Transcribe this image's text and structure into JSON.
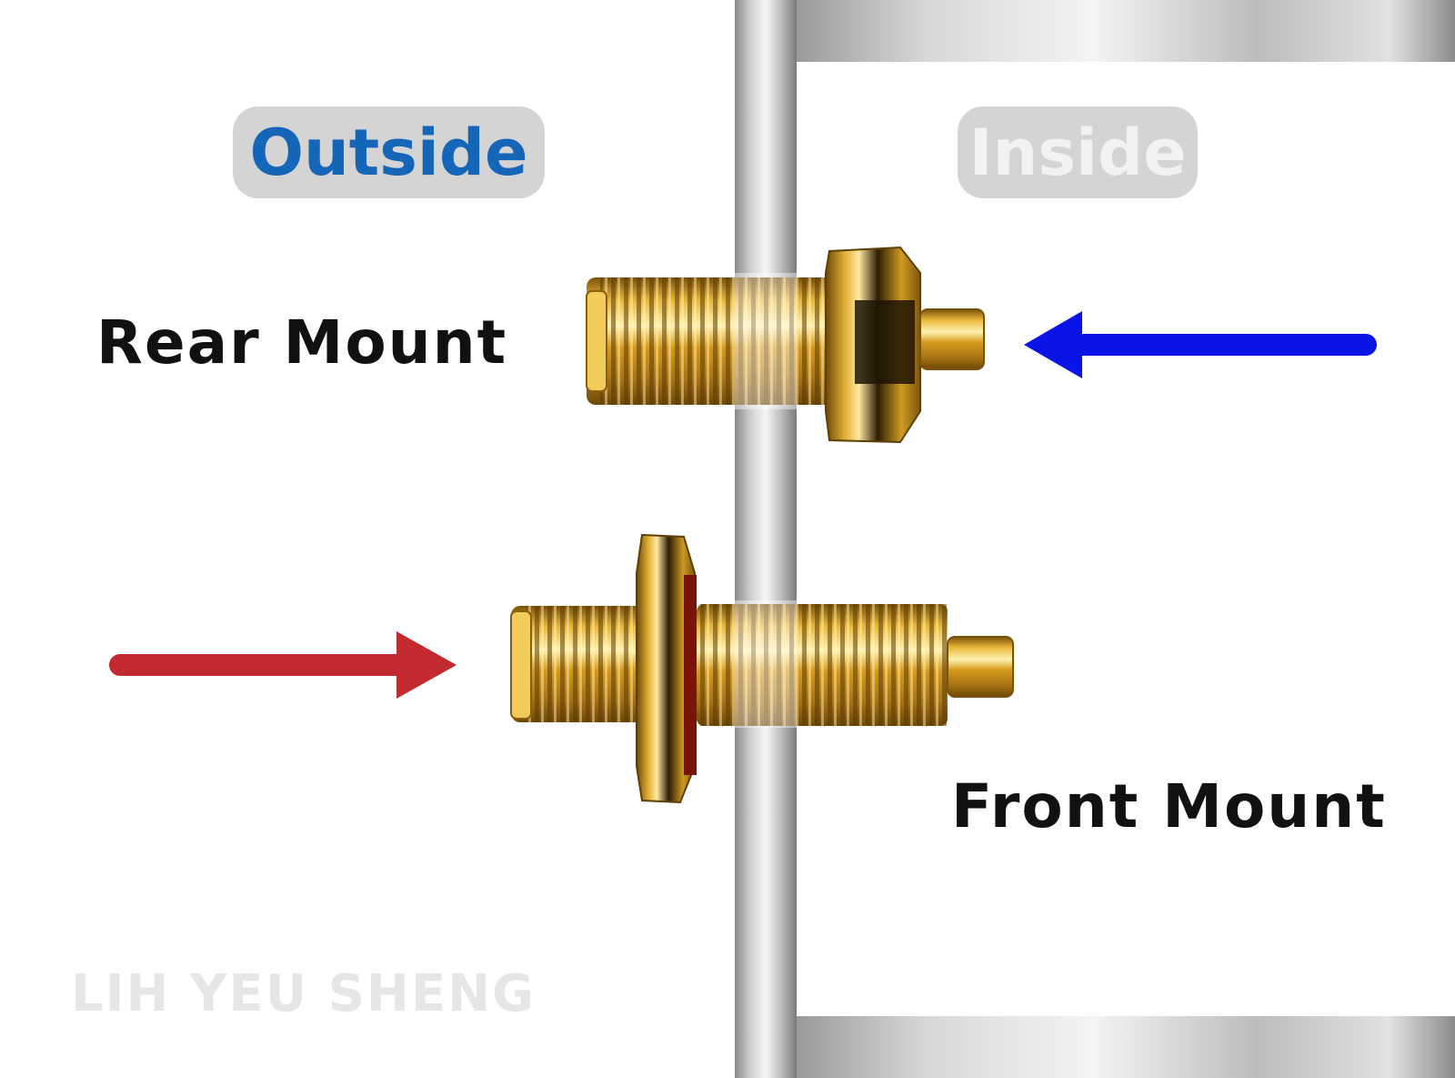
{
  "labels": {
    "outside": "Outside",
    "inside": "Inside",
    "rear_mount": "Rear Mount",
    "front_mount": "Front Mount"
  },
  "watermark": "LIH YEU SHENG",
  "colors": {
    "outside_text": "#1565b8",
    "inside_text": "#f2f2f2",
    "rear_arrow": "#0a14e6",
    "front_arrow": "#c22a30",
    "brass": "#d9a826",
    "panel_metal": "#b5b5b5"
  },
  "icons": {
    "rear_arrow": "arrow-left-icon",
    "front_arrow": "arrow-right-icon"
  }
}
